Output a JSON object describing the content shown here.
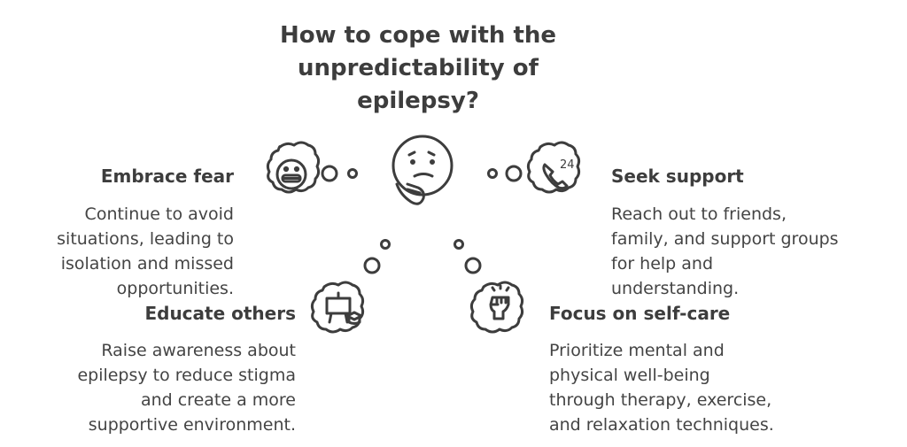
{
  "title": "How to cope with the\nunpredictability of\nepilepsy?",
  "items": [
    {
      "label": "Embrace fear",
      "description": "Continue to avoid\nsituations, leading to\nisolation and missed\nopportunities.",
      "icon": "grimace-face-icon"
    },
    {
      "label": "Seek support",
      "description": "Reach out to friends,\nfamily, and support groups\nfor help and\nunderstanding.",
      "icon": "phone-24-icon"
    },
    {
      "label": "Educate others",
      "description": "Raise awareness about\nepilepsy to reduce stigma\nand create a more\nsupportive environment.",
      "icon": "teaching-board-icon"
    },
    {
      "label": "Focus on self-care",
      "description": "Prioritize mental and\nphysical well-being\nthrough therapy, exercise,\nand relaxation techniques.",
      "icon": "raised-fist-icon"
    }
  ],
  "center_icon": "thinking-face-icon",
  "colors": {
    "ink": "#3d3d3d",
    "background": "#ffffff"
  }
}
